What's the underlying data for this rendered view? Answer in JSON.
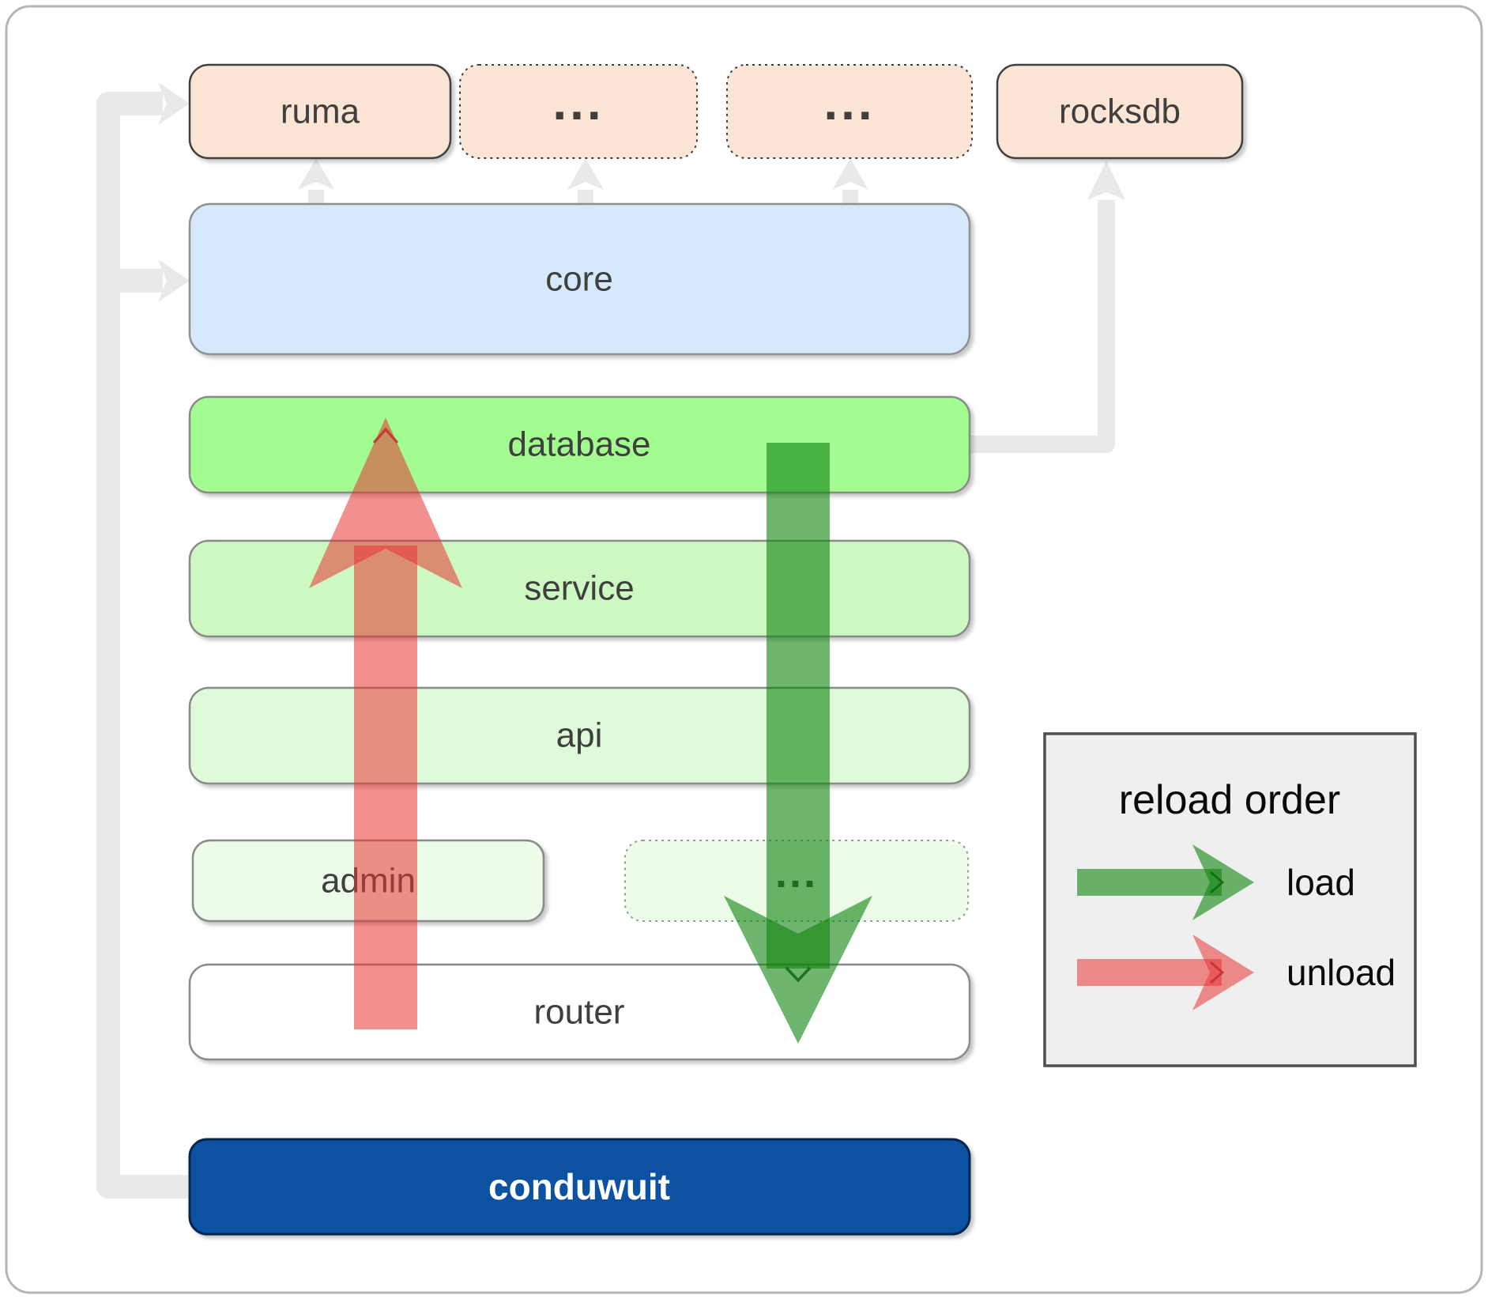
{
  "top_row": [
    {
      "label": "ruma"
    },
    {
      "label": "..."
    },
    {
      "label": "..."
    },
    {
      "label": "rocksdb"
    }
  ],
  "layers": {
    "core": "core",
    "database": "database",
    "service": "service",
    "api": "api",
    "admin": "admin",
    "admin_more": "...",
    "router": "router",
    "app": "conduwuit"
  },
  "legend": {
    "title": "reload order",
    "load_label": "load",
    "unload_label": "unload"
  },
  "colors": {
    "module_fill": "#fce5d4",
    "module_border": "#3f3f3f",
    "core_fill": "#d6e8fb",
    "database_fill": "#a3fc90",
    "service_fill": "#cdf8c1",
    "api_fill": "#dffad8",
    "admin_fill": "#edfbe9",
    "router_fill": "#ffffff",
    "app_fill": "#0b51a3",
    "load_arrow_color": "#0e840e",
    "unload_arrow_color": "#e83434",
    "connector_color": "#e9e9e9",
    "legend_bg": "#efefef"
  }
}
